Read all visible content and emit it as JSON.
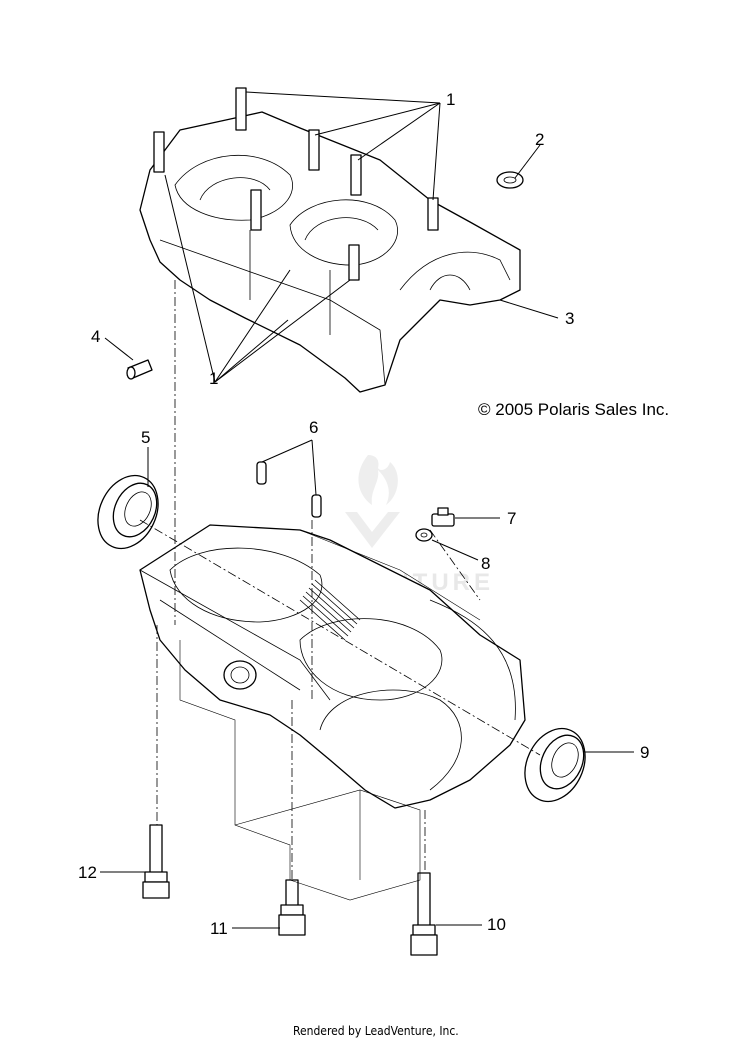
{
  "diagram": {
    "callouts": [
      "1",
      "2",
      "3",
      "4",
      "1",
      "5",
      "6",
      "7",
      "8",
      "9",
      "10",
      "11",
      "12"
    ],
    "copyright": "© 2005 Polaris Sales Inc.",
    "watermark": "LEADVENTURE",
    "footer": "Rendered by LeadVenture, Inc."
  }
}
